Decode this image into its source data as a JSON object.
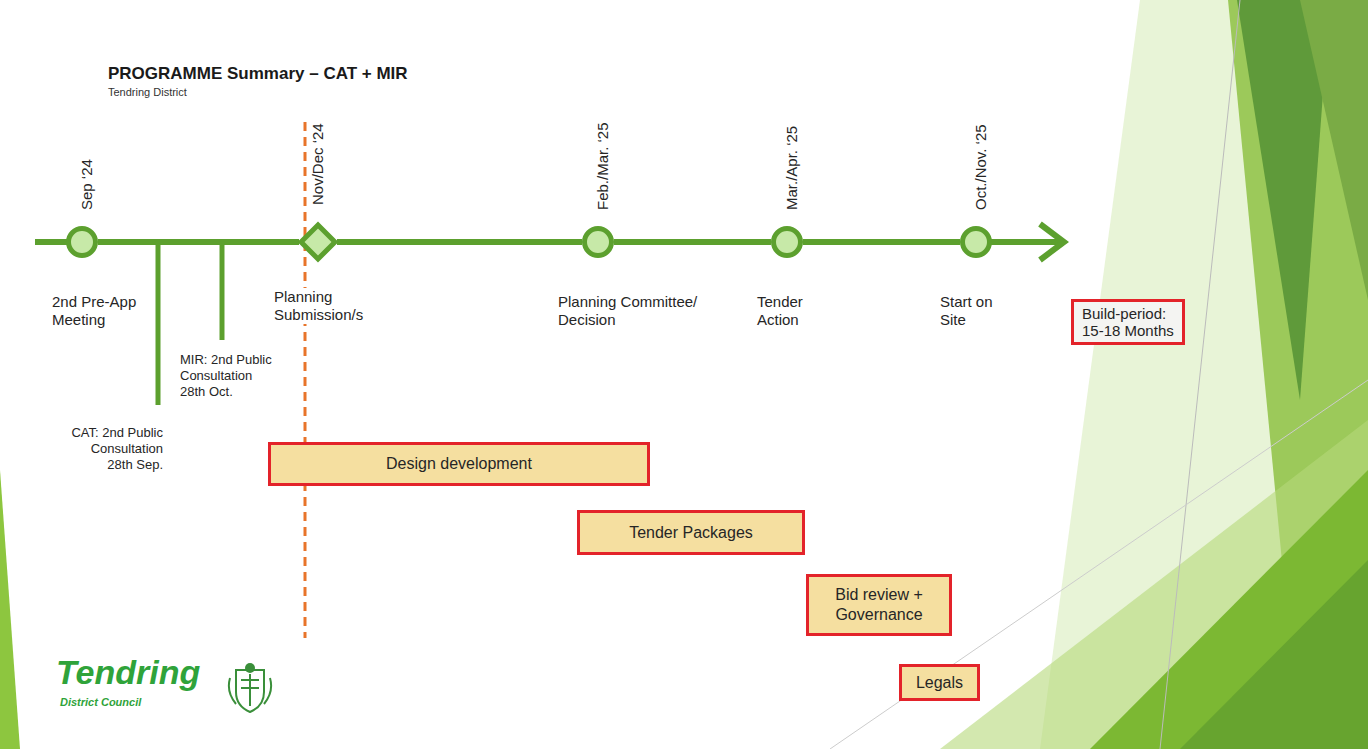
{
  "diagram": {
    "title": "PROGRAMME Summary – CAT + MIR",
    "nodes": [
      {
        "text": [
          "Sep ‘24",
          "2nd Pre-App Meeting"
        ]
      },
      {
        "text": [
          "Nov/Dec ‘24",
          "Planning Submission/s"
        ]
      },
      {
        "text": [
          "Feb./Mar. ‘25",
          "Planning Committee/ Decision"
        ]
      },
      {
        "text": [
          "Mar./Apr. ‘25",
          "Tender Action"
        ]
      },
      {
        "text": [
          "Oct./Nov. ‘25",
          "Start on Site"
        ]
      },
      {
        "text": [
          "Build-period: 15-18 Months"
        ]
      },
      {
        "text": [
          "Design development"
        ]
      },
      {
        "text": [
          "Tender Packages"
        ]
      },
      {
        "text": [
          "Bid review + Governance"
        ]
      },
      {
        "text": [
          "Legals"
        ]
      }
    ],
    "edges": [
      {
        "from": 0,
        "to": 1,
        "arrow": "none"
      },
      {
        "from": 1,
        "to": 2,
        "arrow": "none"
      },
      {
        "from": 2,
        "to": 3,
        "arrow": "none"
      },
      {
        "from": 3,
        "to": 4,
        "arrow": "none"
      }
    ],
    "labels": [
      "Tendring District",
      "MIR: 2nd Public Consultation 28th Oct.",
      "CAT: 2nd Public Consultation 28th Sep.",
      "Tendring",
      "District Council"
    ]
  }
}
